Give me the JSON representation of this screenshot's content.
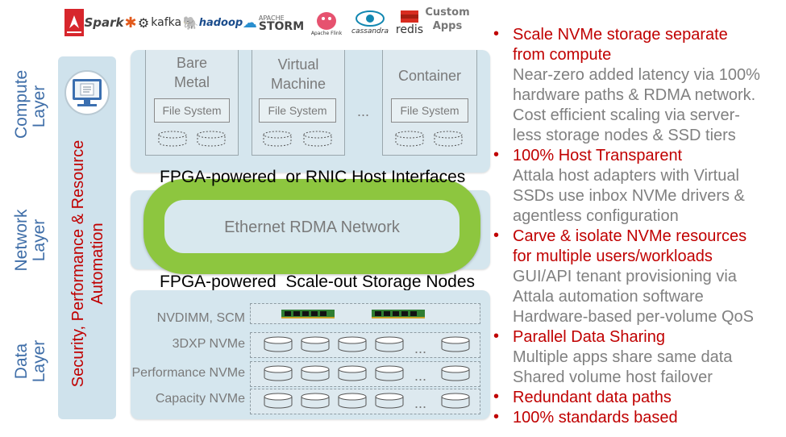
{
  "logos": [
    {
      "name": "arrow-logo",
      "text": ""
    },
    {
      "name": "spark-logo",
      "text": "Spark"
    },
    {
      "name": "kafka-logo",
      "text": "kafka"
    },
    {
      "name": "hadoop-logo",
      "text": "hadoop"
    },
    {
      "name": "storm-logo",
      "text": "STORM"
    },
    {
      "name": "flink-logo",
      "text": "Apache Flink"
    },
    {
      "name": "cassandra-logo",
      "text": "cassandra"
    },
    {
      "name": "redis-logo",
      "text": "redis"
    },
    {
      "name": "custom-apps-logo",
      "text": "Custom\nApps"
    }
  ],
  "layers": {
    "compute": "Compute\nLayer",
    "network": "Network\nLayer",
    "data": "Data\nLayer"
  },
  "automation": "Security, Performance & Resource\nAutomation",
  "compute": {
    "bare_metal": "Bare\nMetal",
    "virtual_machine": "Virtual\nMachine",
    "container": "Container",
    "file_system": "File System",
    "ellipsis": "..."
  },
  "network": {
    "host_interfaces": "FPGA-powered  or RNIC Host Interfaces",
    "rdma": "Ethernet RDMA Network",
    "storage_nodes": "FPGA-powered  Scale-out Storage Nodes"
  },
  "data": {
    "rows": [
      {
        "label": "NVDIMM, SCM"
      },
      {
        "label": "3DXP NVMe"
      },
      {
        "label": "Performance NVMe"
      },
      {
        "label": "Capacity NVMe"
      }
    ],
    "ellipsis": "..."
  },
  "bullets": [
    {
      "title": [
        "Scale NVMe storage separate",
        "from compute"
      ],
      "details": [
        "Near-zero added latency via 100%",
        "hardware paths & RDMA network.",
        "Cost efficient scaling via server-",
        "less storage nodes & SSD tiers"
      ]
    },
    {
      "title": [
        "100% Host Transparent"
      ],
      "details": [
        "Attala host adapters with Virtual",
        "SSDs use inbox NVMe drivers &",
        "agentless configuration"
      ]
    },
    {
      "title": [
        "Carve & isolate NVMe resources",
        "for multiple users/workloads"
      ],
      "details": [
        "GUI/API tenant provisioning via",
        "Attala automation software",
        "Hardware-based per-volume QoS"
      ]
    },
    {
      "title": [
        "Parallel Data Sharing"
      ],
      "details": [
        "Multiple apps share same data",
        "Shared volume host failover"
      ]
    },
    {
      "title": [
        "Redundant data paths"
      ],
      "details": []
    },
    {
      "title": [
        "100% standards based"
      ],
      "details": []
    }
  ],
  "bullet_glyph": "•",
  "colors": {
    "accent_red": "#c00000",
    "layer_blue": "#3f6ea8",
    "ring_green": "#8dc63f",
    "panel": "#d5e6ee"
  }
}
